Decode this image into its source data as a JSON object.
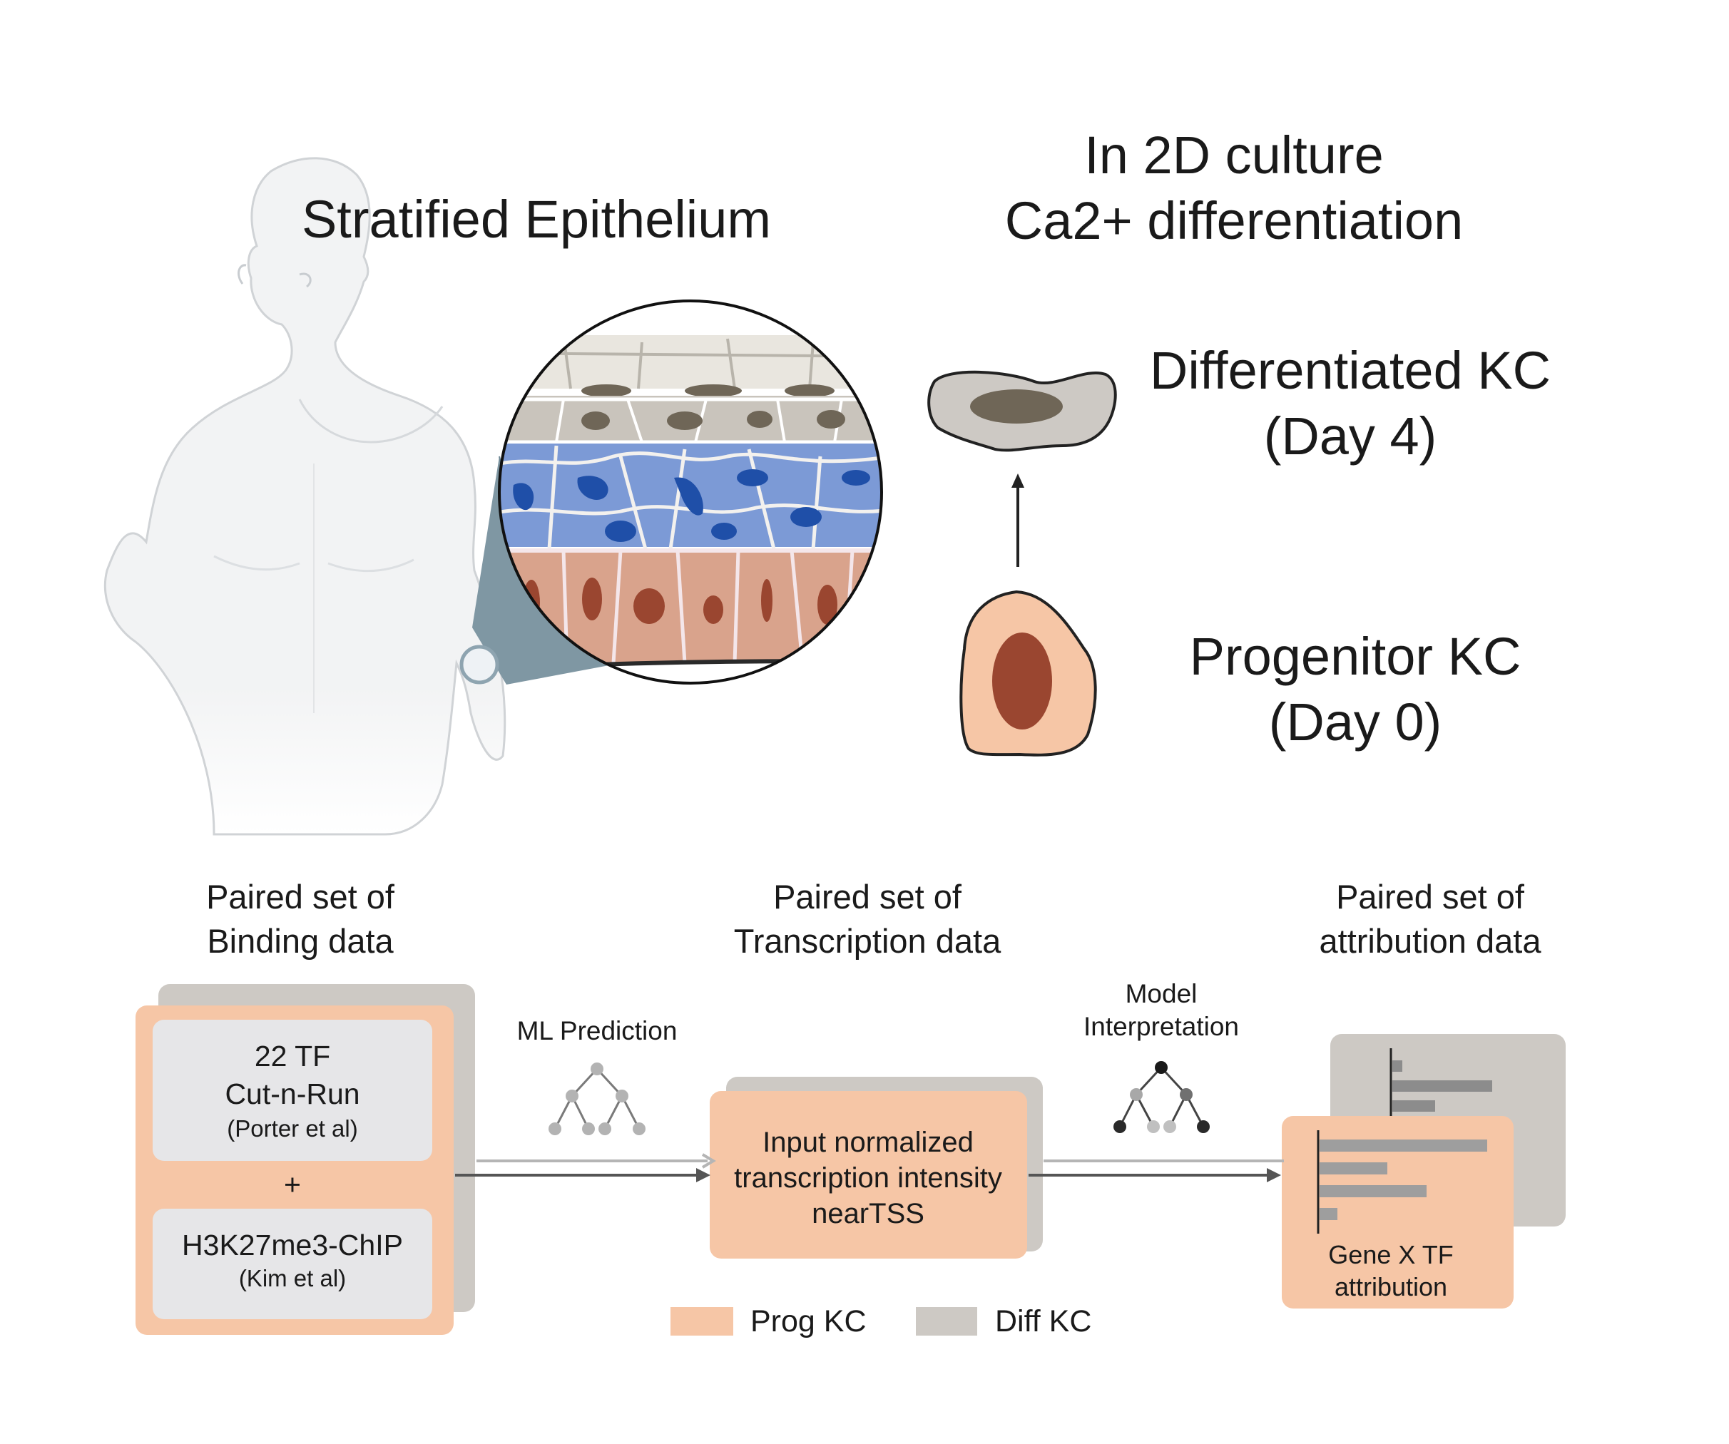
{
  "headers": {
    "stratified_title": "Stratified Epithelium",
    "culture_line1": "In 2D culture",
    "culture_line2": "Ca2+ differentiation"
  },
  "cells": {
    "differentiated_line1": "Differentiated KC",
    "differentiated_line2": "(Day 4)",
    "progenitor_line1": "Progenitor KC",
    "progenitor_line2": "(Day 0)"
  },
  "pipeline": {
    "binding_header_line1": "Paired set of",
    "binding_header_line2": "Binding data",
    "transcription_header_line1": "Paired set of",
    "transcription_header_line2": "Transcription data",
    "attribution_header_line1": "Paired set of",
    "attribution_header_line2": "attribution data",
    "cutrun_line1": "22 TF",
    "cutrun_line2": "Cut-n-Run",
    "cutrun_ref": "(Porter et al)",
    "plus": "+",
    "chip_line1": "H3K27me3-ChIP",
    "chip_ref": "(Kim et al)",
    "ml_prediction": "ML Prediction",
    "model_interp_line1": "Model",
    "model_interp_line2": "Interpretation",
    "transcription_line1": "Input normalized",
    "transcription_line2": "transcription intensity",
    "transcription_line3": "nearTSS",
    "attribution_line1": "Gene X TF",
    "attribution_line2": "attribution"
  },
  "legend": {
    "prog_label": "Prog KC",
    "diff_label": "Diff KC"
  },
  "colors": {
    "prog_kc": "#f6c6a6",
    "diff_kc": "#cdc9c4",
    "inner_box": "#e6e6e8",
    "nucleus_prog": "#9a4630",
    "nucleus_diff": "#6f6657",
    "basal_layer": "#d9a38c",
    "spinous_layer": "#7c9ad6",
    "granular_layer": "#c9c4bc",
    "arrow": "#555555"
  }
}
